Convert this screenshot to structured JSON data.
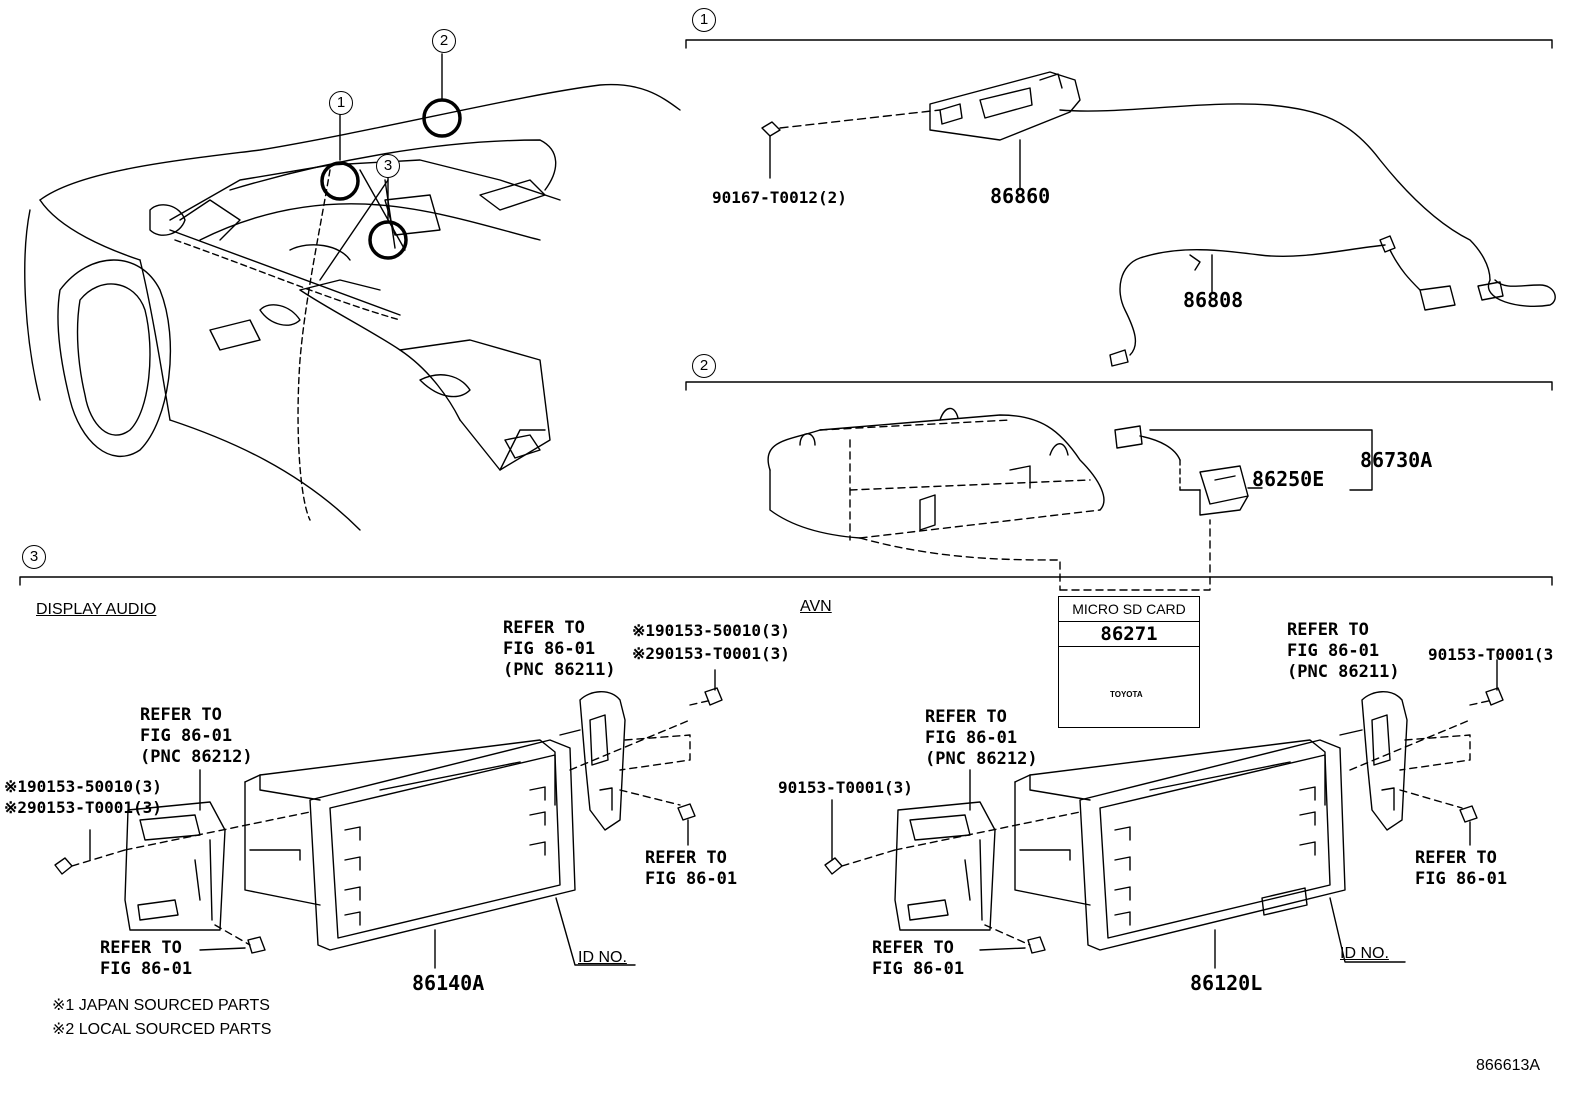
{
  "sections": {
    "s1": "1",
    "s2": "2",
    "s3": "3"
  },
  "overview_markers": [
    "1",
    "2",
    "3"
  ],
  "section1": {
    "part_86860": "86860",
    "bolt": "90167-T0012(2)",
    "part_86808": "86808"
  },
  "section2": {
    "part_86250E": "86250E",
    "part_86730A": "86730A"
  },
  "section3": {
    "display_audio_title": "DISPLAY AUDIO",
    "avn_title": "AVN",
    "left": {
      "refer_bracket_top": [
        "REFER TO",
        "FIG 86-01",
        "(PNC 86212)"
      ],
      "bolt_left": [
        "※190153-50010(3)",
        "※290153-T0001(3)"
      ],
      "refer_right_top": [
        "REFER TO",
        "FIG 86-01",
        "(PNC 86211)"
      ],
      "bolt_right": [
        "※190153-50010(3)",
        "※290153-T0001(3)"
      ],
      "refer_right_bottom": [
        "REFER TO",
        "FIG 86-01"
      ],
      "refer_left_bottom": [
        "REFER TO",
        "FIG 86-01"
      ],
      "part_number": "86140A",
      "id_no": "ID NO."
    },
    "right": {
      "refer_bracket_top": [
        "REFER TO",
        "FIG 86-01",
        "(PNC 86212)"
      ],
      "bolt_left": "90153-T0001(3)",
      "refer_right_top": [
        "REFER TO",
        "FIG 86-01",
        "(PNC 86211)"
      ],
      "bolt_right": "90153-T0001(3",
      "refer_right_bottom": [
        "REFER TO",
        "FIG 86-01"
      ],
      "refer_left_bottom": [
        "REFER TO",
        "FIG 86-01"
      ],
      "part_number": "86120L",
      "id_no": "ID NO."
    },
    "micro_sd": {
      "header": "MICRO SD CARD",
      "part_number": "86271",
      "card_brand": "TOYOTA"
    }
  },
  "notes": [
    "※1 JAPAN SOURCED PARTS",
    "※2 LOCAL SOURCED PARTS"
  ],
  "diagram_id": "866613A"
}
